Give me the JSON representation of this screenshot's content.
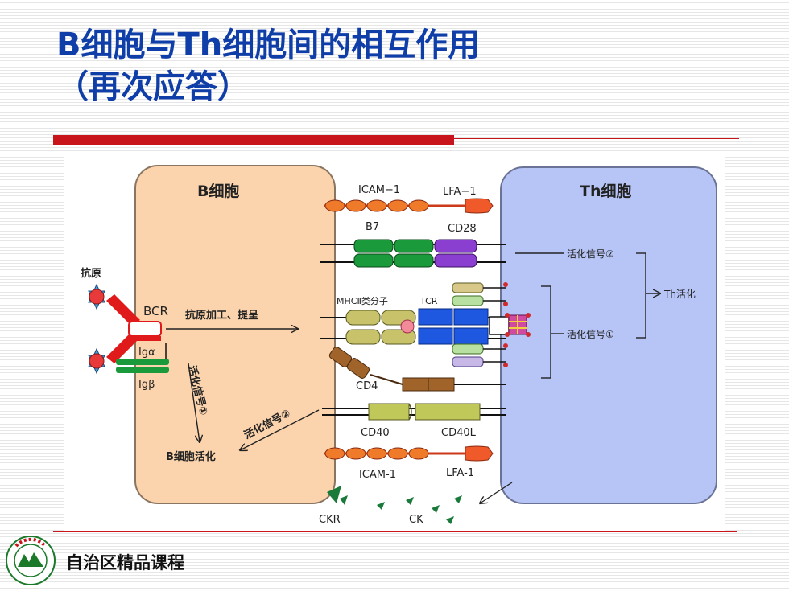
{
  "slide": {
    "title_line1": "B细胞与Th细胞间的相互作用",
    "title_line2": "（再次应答）",
    "footer": "自治区精品课程"
  },
  "diagram": {
    "b_cell": "B细胞",
    "th_cell": "Th细胞",
    "antigen": "抗原",
    "bcr": "BCR",
    "ig_alpha": "Igα",
    "ig_beta": "Igβ",
    "processing": "抗原加工、提呈",
    "b_signal1": "活化信号①",
    "b_signal2": "活化信号②",
    "b_activation": "B细胞活化",
    "icam_top": "ICAM−1",
    "lfa_top": "LFA−1",
    "b7": "B7",
    "cd28": "CD28",
    "mhc": "MHCⅡ类分子",
    "tcr": "TCR",
    "cd4": "CD4",
    "cd40": "CD40",
    "cd40l": "CD40L",
    "icam_bottom": "ICAM-1",
    "lfa_bottom": "LFA-1",
    "ckr": "CKR",
    "ck": "CK",
    "th_signal2": "活化信号②",
    "th_signal1": "活化信号①",
    "th_activation": "Th活化"
  },
  "colors": {
    "title": "#0f3ea8",
    "accent_red": "#c8151b",
    "b_cell_fill": "#fbd3ac",
    "th_cell_fill": "#b7c4f6",
    "b7_green": "#1a9a3a",
    "cd28_purple": "#8a3fd0",
    "tcr_blue": "#1f58e0",
    "mhc_olive": "#c8c26a",
    "cd4_brown": "#a0642a"
  }
}
